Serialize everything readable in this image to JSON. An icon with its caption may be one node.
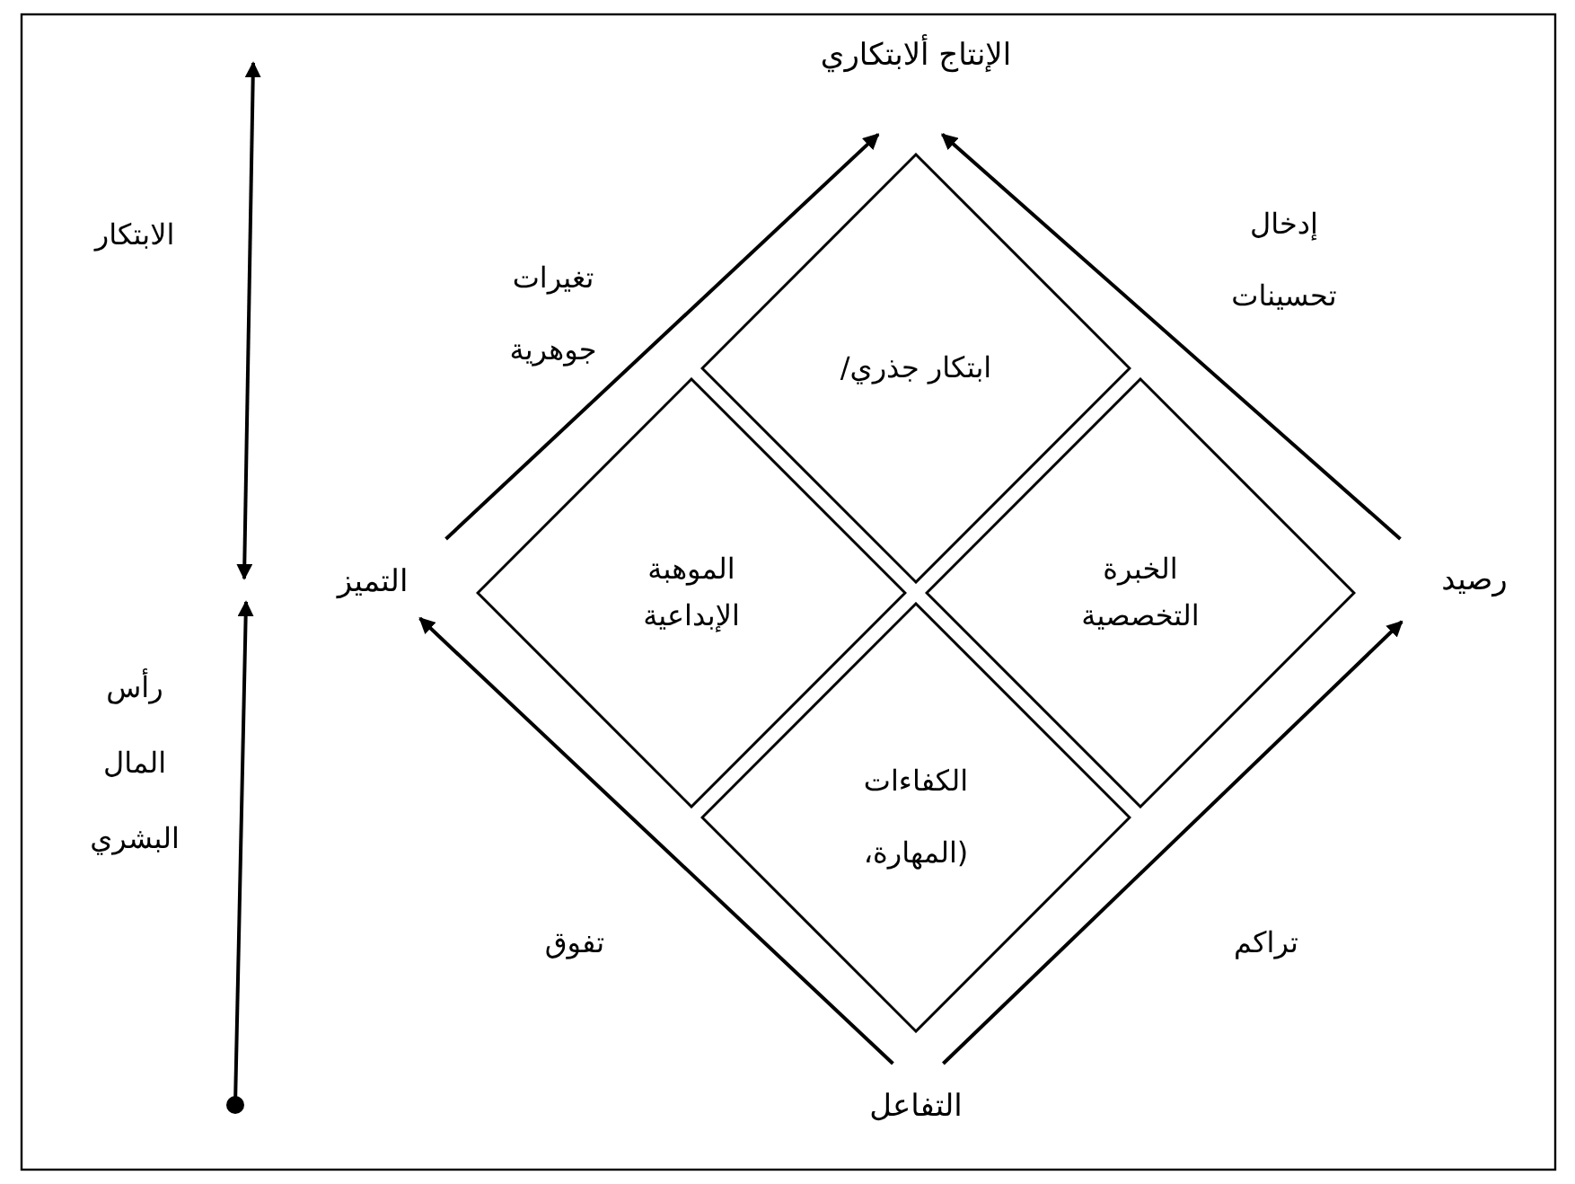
{
  "diagram": {
    "nodes": [
      {
        "text": [
          "الإنتاج ألابتكاري"
        ]
      },
      {
        "text": [
          "ابتكار جذري/"
        ]
      },
      {
        "text": [
          "التميز"
        ]
      },
      {
        "text": [
          "الموهبة الإبداعية"
        ]
      },
      {
        "text": [
          "الخبرة التخصصية"
        ]
      },
      {
        "text": [
          "رصيد"
        ]
      },
      {
        "text": [
          "الكفاءات",
          "(المهارة،"
        ]
      },
      {
        "text": [
          "التفاعل"
        ]
      }
    ],
    "edges": [
      {
        "from": 7,
        "to": 2,
        "arrow": "to",
        "label": "تفوق"
      },
      {
        "from": 7,
        "to": 5,
        "arrow": "to",
        "label": "تراكم"
      },
      {
        "from": 2,
        "to": 0,
        "arrow": "to",
        "label": "تغيرات جوهرية"
      },
      {
        "from": 5,
        "to": 0,
        "arrow": "to",
        "label": "إدخال تحسينات"
      }
    ],
    "labels": [
      "الابتكار",
      "رأس المال البشري"
    ]
  }
}
